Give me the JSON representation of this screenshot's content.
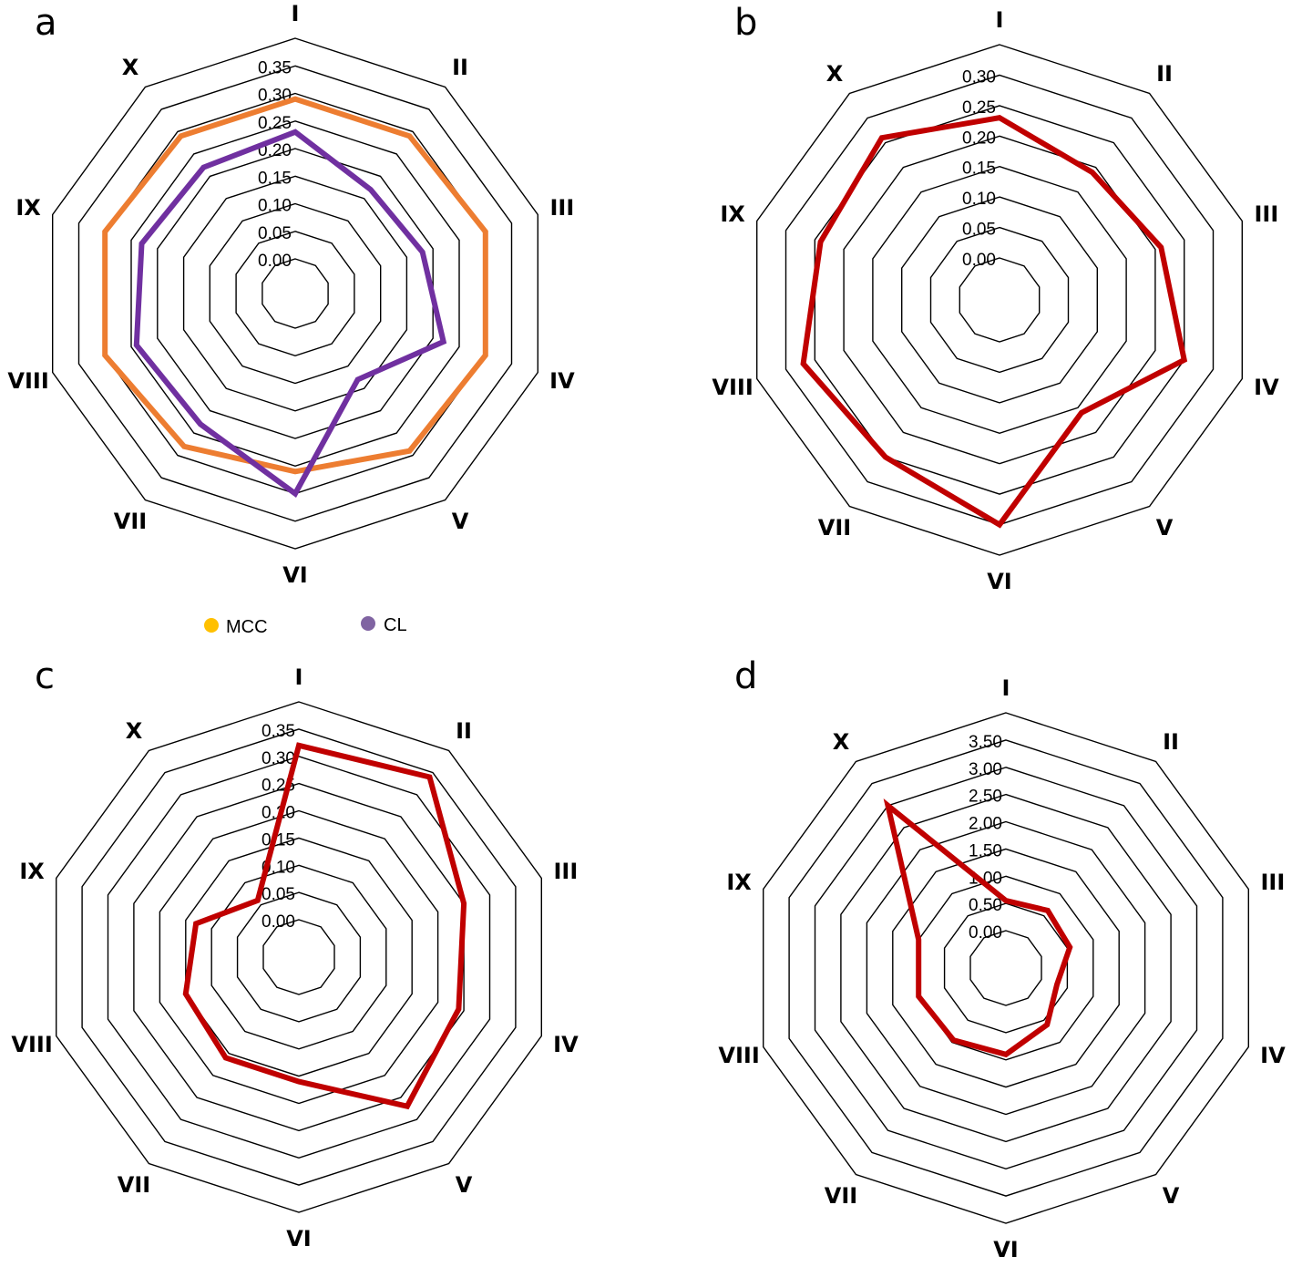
{
  "chart_data": [
    {
      "panel": "a",
      "type": "radar",
      "categories": [
        "I",
        "II",
        "III",
        "IV",
        "V",
        "VI",
        "VII",
        "VIII",
        "IX",
        "X"
      ],
      "ticks": [
        "0.00",
        "0.05",
        "0.10",
        "0.15",
        "0.20",
        "0.25",
        "0.30",
        "0.35"
      ],
      "rmax": 0.35,
      "series": [
        {
          "name": "MCC",
          "color": "#ED7D31",
          "values": [
            0.29,
            0.29,
            0.3,
            0.3,
            0.29,
            0.26,
            0.28,
            0.3,
            0.3,
            0.29
          ]
        },
        {
          "name": "CL",
          "color": "#7030A0",
          "values": [
            0.23,
            0.17,
            0.18,
            0.22,
            0.13,
            0.3,
            0.23,
            0.24,
            0.23,
            0.22
          ]
        }
      ]
    },
    {
      "panel": "b",
      "type": "radar",
      "categories": [
        "I",
        "II",
        "III",
        "IV",
        "V",
        "VI",
        "VII",
        "VIII",
        "IX",
        "X"
      ],
      "ticks": [
        "0.00",
        "0.05",
        "0.10",
        "0.15",
        "0.20",
        "0.25",
        "0.30"
      ],
      "rmax": 0.3,
      "series": [
        {
          "name": "",
          "color": "#C00000",
          "values": [
            0.23,
            0.19,
            0.21,
            0.25,
            0.16,
            0.3,
            0.25,
            0.27,
            0.24,
            0.26
          ]
        }
      ]
    },
    {
      "panel": "c",
      "type": "radar",
      "categories": [
        "I",
        "II",
        "III",
        "IV",
        "V",
        "VI",
        "VII",
        "VIII",
        "IX",
        "X"
      ],
      "ticks": [
        "0.00",
        "0.05",
        "0.10",
        "0.15",
        "0.20",
        "0.25",
        "0.30",
        "0.35"
      ],
      "rmax": 0.35,
      "series": [
        {
          "name": "",
          "color": "#C00000",
          "values": [
            0.32,
            0.34,
            0.25,
            0.24,
            0.27,
            0.16,
            0.16,
            0.15,
            0.13,
            0.06
          ]
        }
      ]
    },
    {
      "panel": "d",
      "type": "radar",
      "categories": [
        "I",
        "II",
        "III",
        "IV",
        "V",
        "VI",
        "VII",
        "VIII",
        "IX",
        "X"
      ],
      "ticks": [
        "0.00",
        "0.50",
        "1.00",
        "1.50",
        "2.00",
        "2.50",
        "3.00",
        "3.50"
      ],
      "rmax": 3.5,
      "series": [
        {
          "name": "",
          "color": "#C00000",
          "values": [
            0.55,
            0.62,
            0.55,
            0.3,
            0.6,
            0.9,
            0.95,
            1.0,
            1.0,
            3.0
          ]
        }
      ]
    }
  ],
  "legend": [
    {
      "label": "MCC",
      "color": "#FFC000"
    },
    {
      "label": "CL",
      "color": "#8064A2"
    }
  ]
}
